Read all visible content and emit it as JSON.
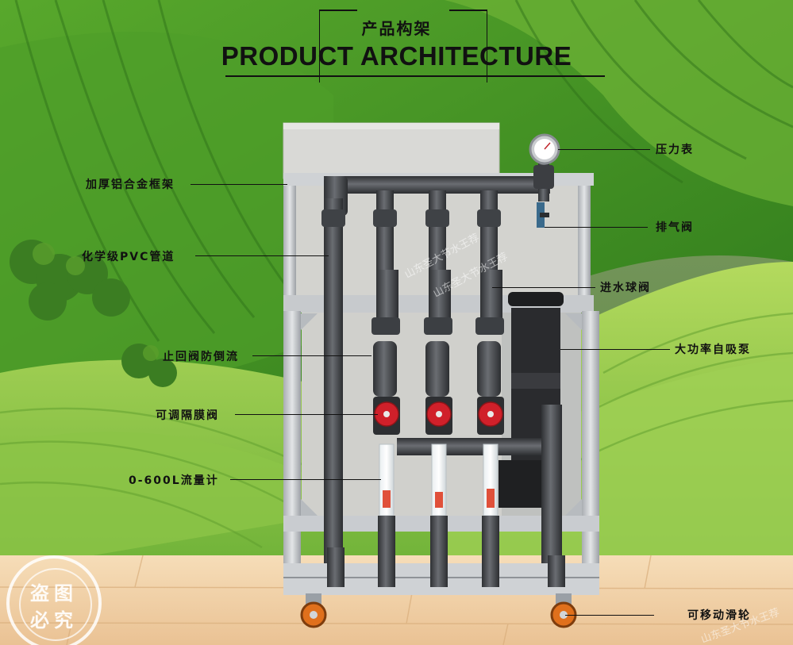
{
  "header": {
    "subtitle": "产品构架",
    "title": "PRODUCT ARCHITECTURE"
  },
  "callouts": {
    "pressure_gauge": "压力表",
    "frame": "加厚铝合金框架",
    "exhaust_valve": "排气阀",
    "pvc_pipe": "化学级PVC管道",
    "inlet_ball_valve": "进水球阀",
    "check_valve": "止回阀防倒流",
    "pump": "大功率自吸泵",
    "diaphragm_valve": "可调隔膜阀",
    "flowmeter": "0-600L流量计",
    "casters": "可移动滑轮"
  },
  "stamp": {
    "line1": "盗图",
    "line2": "必究"
  },
  "watermark": {
    "text": "山东圣大节水王荐"
  },
  "colors": {
    "sky": "#6f8f5a",
    "grass_light": "#a8d254",
    "grass_dark": "#3d8a22",
    "wood": "#f2d1a8",
    "frame": "#c9cccf",
    "panel": "#d6d6d4",
    "pipe": "#47494d",
    "valve_red": "#d0202a",
    "wheel_orange": "#e0701c"
  }
}
